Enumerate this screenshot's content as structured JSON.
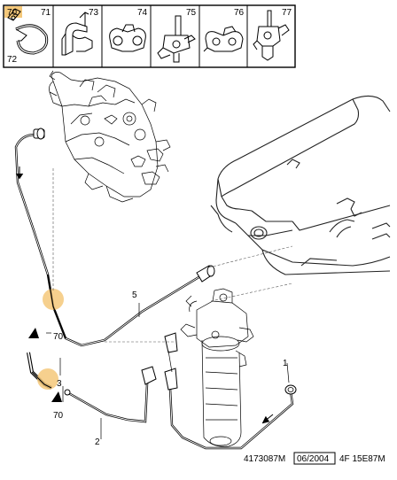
{
  "legend": {
    "cells": [
      {
        "id": "70",
        "icon": "connector-clip-icon"
      },
      {
        "id": "71",
        "icon": "hose-clamp-icon"
      },
      {
        "id": "73",
        "icon": "pipe-clip-icon"
      },
      {
        "id": "74",
        "icon": "double-pipe-clip-icon"
      },
      {
        "id": "75",
        "icon": "elbow-connector-icon"
      },
      {
        "id": "76",
        "icon": "multi-pipe-clip-icon"
      },
      {
        "id": "77",
        "icon": "bracket-clip-icon"
      }
    ],
    "extra_label": "72"
  },
  "callouts": {
    "part_1": "1",
    "part_2": "2",
    "part_3": "3",
    "part_5": "5",
    "ref_70_upper": "70",
    "ref_70_lower": "70"
  },
  "footer": {
    "drawing_no": "4173087M",
    "date": "06/2004",
    "code": "4F 15E87M"
  },
  "colors": {
    "highlight": "#f4c87a",
    "line": "#000000",
    "legend_border": "#000000"
  }
}
